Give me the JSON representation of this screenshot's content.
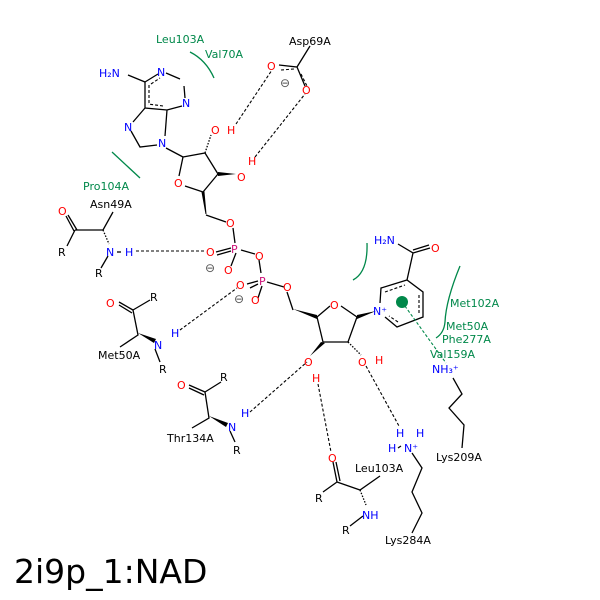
{
  "title": "2i9p_1:NAD",
  "atoms": {
    "O": "O",
    "N": "N",
    "H": "H",
    "P": "P",
    "R": "R",
    "NH": "NH",
    "H2N": "H₂N",
    "NH3": "NH₃⁺",
    "Nplus": "N⁺",
    "minus": "⊖"
  },
  "residues": {
    "asp69": "Asp69A",
    "asn49": "Asn49A",
    "met50": "Met50A",
    "thr134": "Thr134A",
    "leu103": "Leu103A",
    "lys209": "Lys209A",
    "lys284": "Lys284A"
  },
  "hydrophobic": {
    "leu103": "Leu103A",
    "val70": "Val70A",
    "pro104": "Pro104A",
    "met102": "Met102A",
    "met50": "Met50A",
    "phe277": "Phe277A",
    "val159": "Val159A"
  },
  "colors": {
    "oxygen": "#ff0000",
    "nitrogen": "#0000ff",
    "phosphorus": "#cc1177",
    "hydrophobic": "#00884a"
  }
}
